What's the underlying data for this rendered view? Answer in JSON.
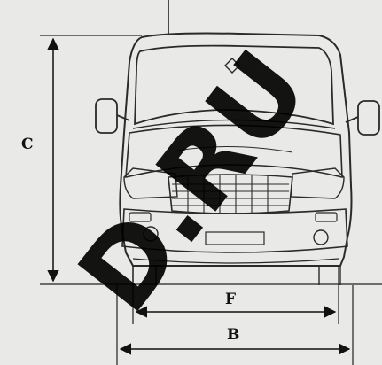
{
  "dimensions": {
    "height_label": "C",
    "track_label": "F",
    "width_label": "B"
  },
  "watermark": {
    "text": "D.RU",
    "color": "#000000"
  },
  "colors": {
    "background": "#e9e9e7",
    "line": "#2a2a2a"
  }
}
